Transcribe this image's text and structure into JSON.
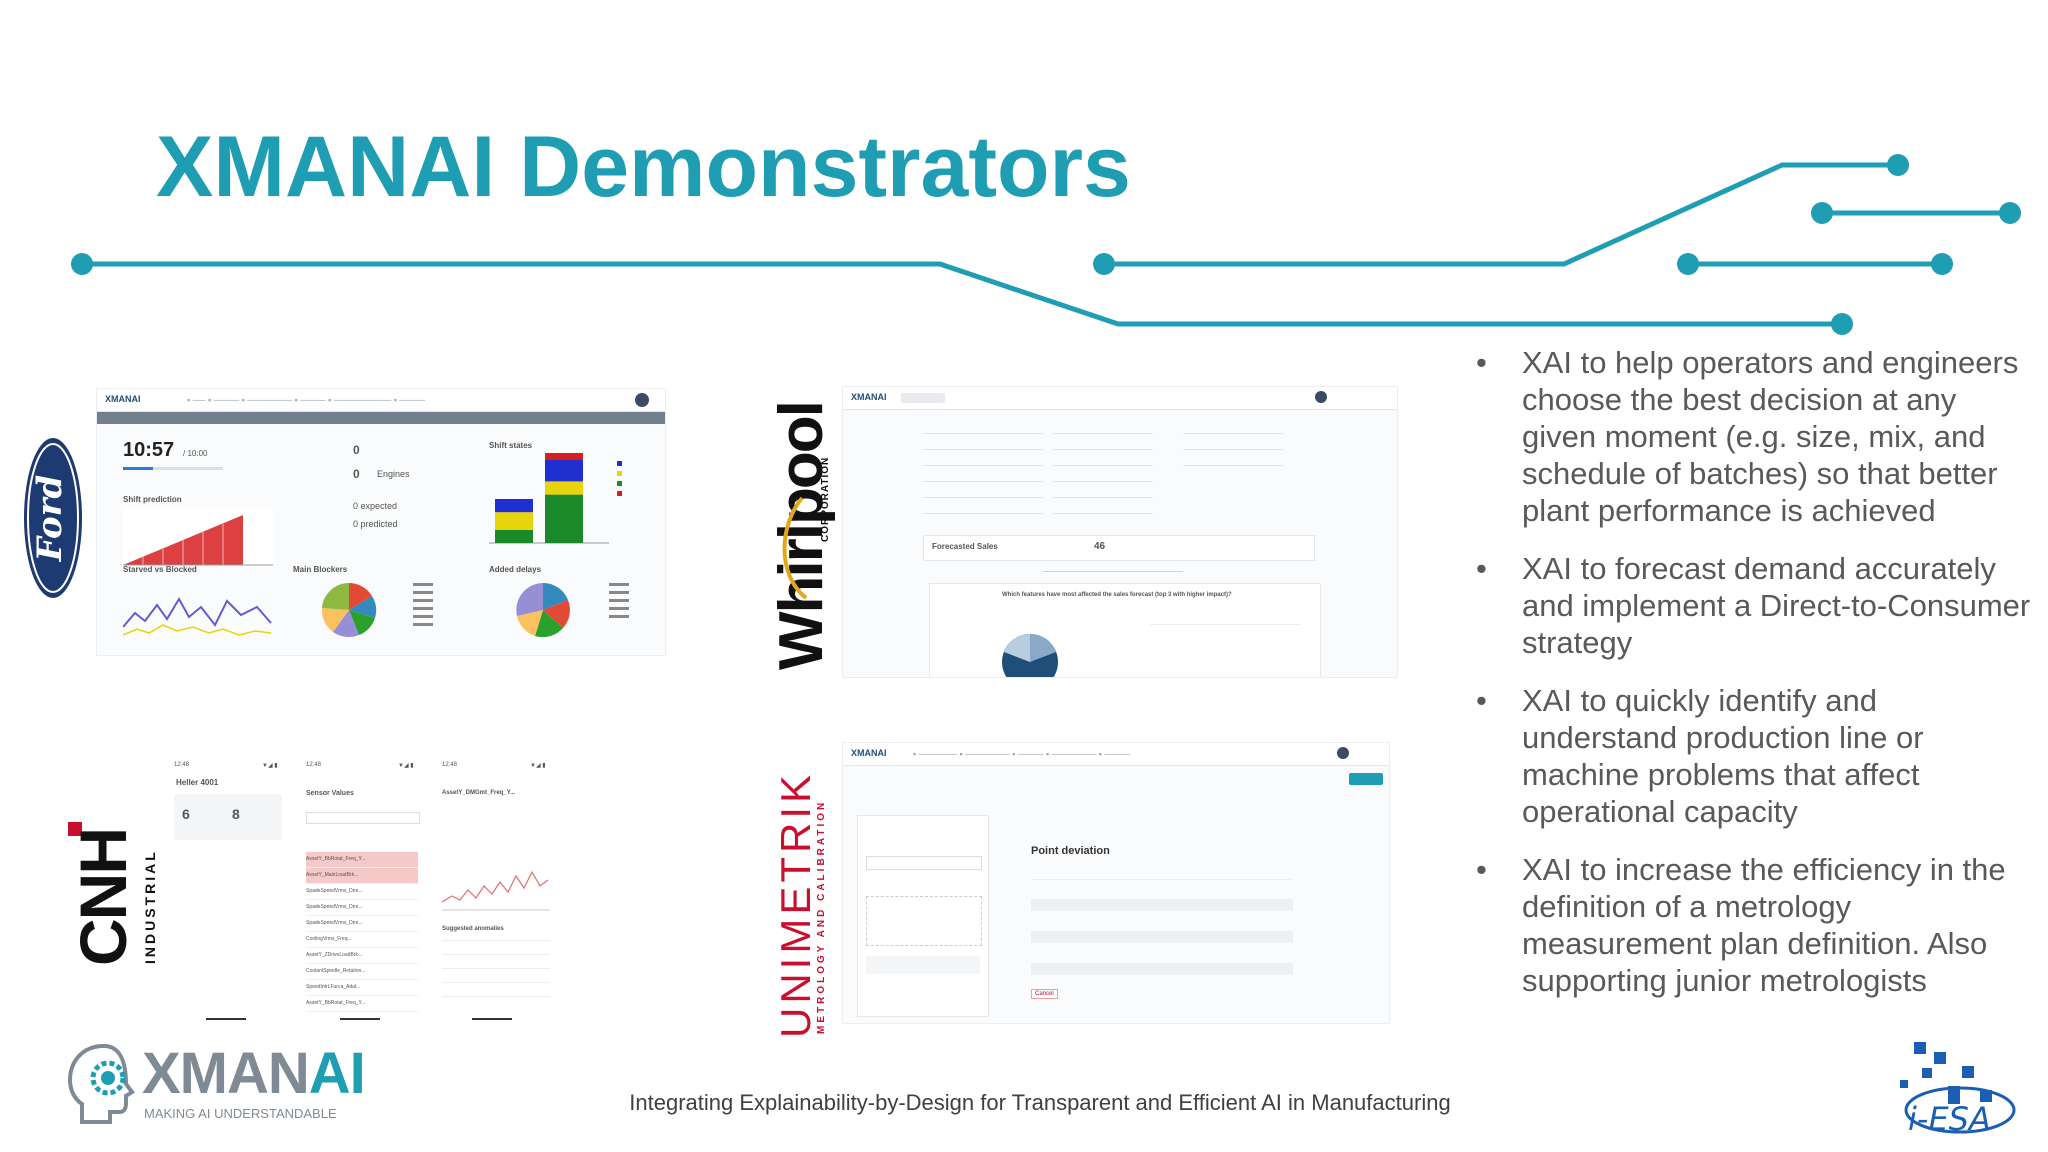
{
  "slide": {
    "title": "XMANAI Demonstrators",
    "footer": "Integrating Explainability-by-Design for Transparent and Efficient AI in Manufacturing",
    "bullets": [
      "XAI to help operators and engineers choose the best decision at any given moment (e.g. size, mix, and schedule of batches) so that better plant performance is achieved",
      "XAI to forecast demand accurately and implement a Direct-to-Consumer strategy",
      "XAI to quickly identify and understand production line or machine problems that affect operational capacity",
      "XAI to increase the efficiency in the definition of a metrology measurement plan definition. Also supporting junior metrologists"
    ]
  },
  "colors": {
    "accent": "#1f9db3",
    "text": "#595959",
    "cnh_red": "#c8102e",
    "unimetrik_red": "#c8102e",
    "ford_blue": "#1d3a73"
  },
  "logos": {
    "ford": "Ford",
    "whirlpool": {
      "name": "Whirlpool",
      "sub": "CORPORATION"
    },
    "cnh": {
      "name": "CNH",
      "sub": "INDUSTRIAL"
    },
    "unimetrik": {
      "name": "UNIMETRIK",
      "sub": "METROLOGY AND CALIBRATION"
    },
    "xmanai": {
      "name": "XMANAI",
      "tagline": "MAKING AI UNDERSTANDABLE"
    },
    "iesa": "i-ESA"
  },
  "ford_dashboard": {
    "time": "10:57",
    "time_total": "/ 10:00",
    "engines_value": "0",
    "engines_sub": "0",
    "engines_label": "Engines",
    "expected": "0 expected",
    "predicted": "0 predicted",
    "shift_prediction": "Shift prediction",
    "shift_states": "Shift states",
    "starved_blocked": "Starved vs Blocked",
    "main_blockers": "Main Blockers",
    "added_delays": "Added delays",
    "shift_bars": [
      {
        "segments": [
          0.15,
          0.2,
          0.15
        ]
      },
      {
        "segments": [
          0.55,
          0.15,
          0.25,
          0.1
        ]
      }
    ]
  },
  "whirlpool_dashboard": {
    "forecasted_label": "Forecasted Sales",
    "forecasted_value": "46",
    "question": "Which features have most affected the sales forecast (top 3 with higher impact)?"
  },
  "cnh_app": {
    "screen1_title": "Heller 4001",
    "screen1_values": [
      "6",
      "8"
    ],
    "screen2_title": "Sensor Values",
    "screen3_title": "AssetY_DMGmt_Freq_Y...",
    "suggested": "Suggested anomalies",
    "rows": [
      "AssetY_BbRotat_Freq_Y...",
      "AssetY_MainLoadBrk...",
      "SpadeSpeedVrms_Dire...",
      "SpadeSpeedVrms_Dire...",
      "SpadeSpeedVrms_Dire...",
      "CoolingVrms_Freq...",
      "AssetY_ZDriveLoadBrk...",
      "CoolantSpindle_Rotation...",
      "SpeedIntrLFurca_Adal...",
      "AssetY_BbRotat_Freq_Y..."
    ]
  },
  "unimetrik_app": {
    "heading": "Point deviation",
    "button": "Cancel"
  }
}
